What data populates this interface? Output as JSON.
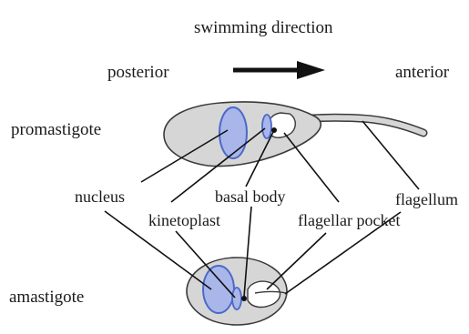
{
  "labels": {
    "swimming_direction": "swimming direction",
    "posterior": "posterior",
    "anterior": "anterior",
    "promastigote": "promastigote",
    "amastigote": "amastigote",
    "nucleus": "nucleus",
    "kinetoplast": "kinetoplast",
    "basal_body": "basal body",
    "flagellar_pocket": "flagellar pocket",
    "flagellum": "flagellum"
  },
  "colors": {
    "cell_fill": "#d6d6d6",
    "cell_stroke": "#3a3a3a",
    "organelle_fill": "#a9b6ea",
    "organelle_stroke": "#4c68c8",
    "line": "#111111"
  }
}
